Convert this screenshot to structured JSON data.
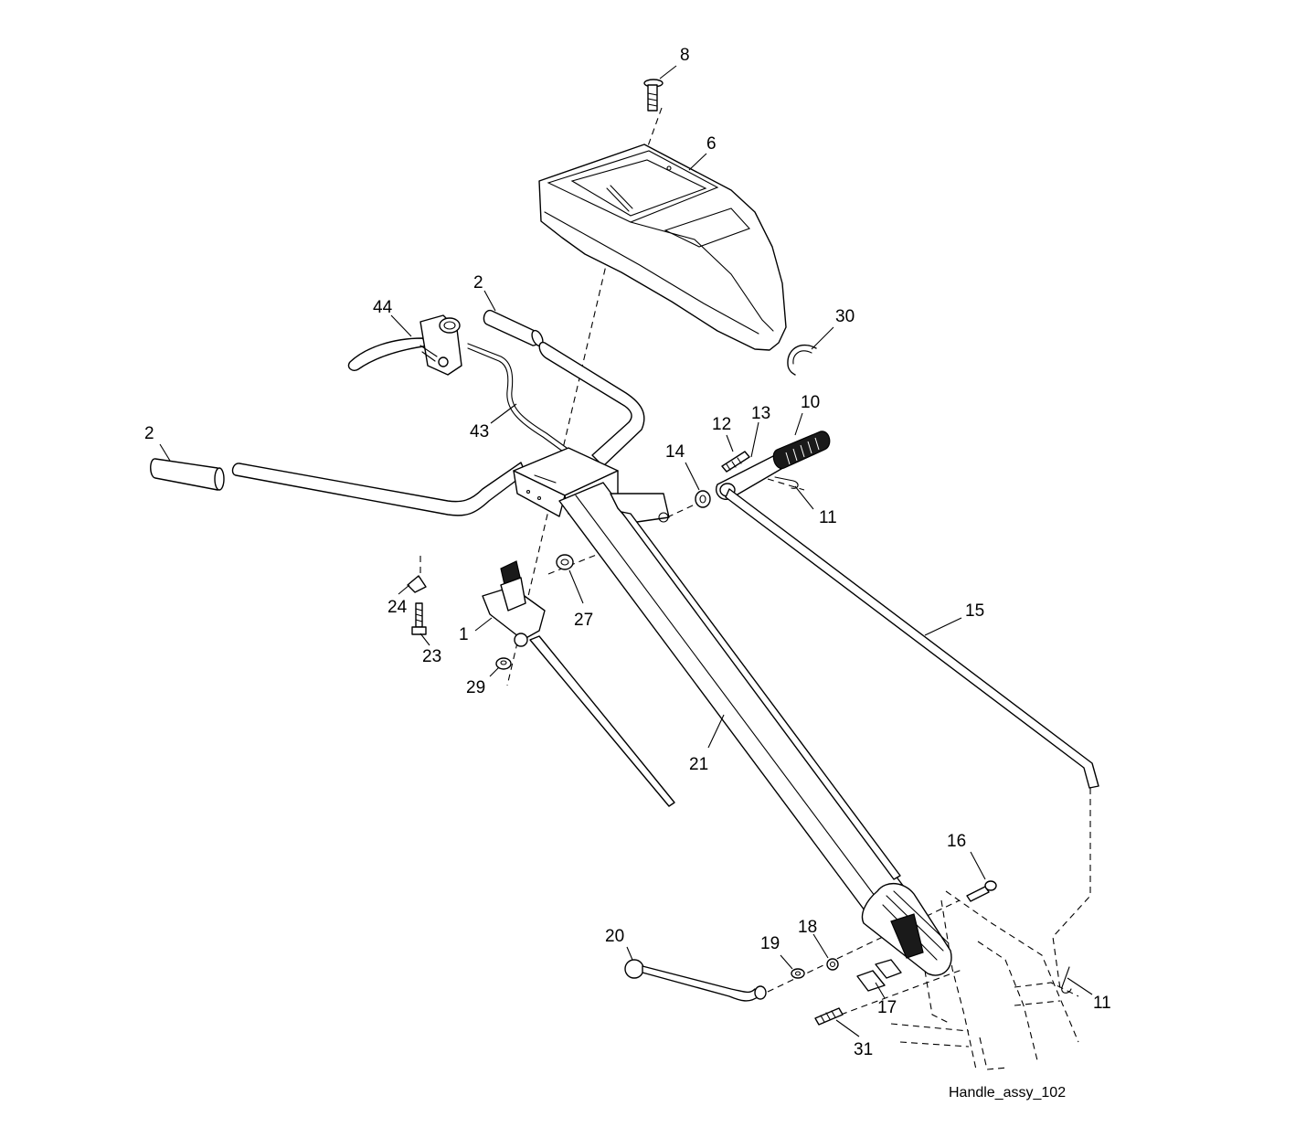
{
  "diagram": {
    "caption": "Handle_assy_102",
    "callouts": [
      {
        "id": "c8",
        "label": "8"
      },
      {
        "id": "c6",
        "label": "6"
      },
      {
        "id": "c2a",
        "label": "2"
      },
      {
        "id": "c44",
        "label": "44"
      },
      {
        "id": "c30",
        "label": "30"
      },
      {
        "id": "c10",
        "label": "10"
      },
      {
        "id": "c12",
        "label": "12"
      },
      {
        "id": "c13",
        "label": "13"
      },
      {
        "id": "c43",
        "label": "43"
      },
      {
        "id": "c2b",
        "label": "2"
      },
      {
        "id": "c14",
        "label": "14"
      },
      {
        "id": "c11a",
        "label": "11"
      },
      {
        "id": "c15",
        "label": "15"
      },
      {
        "id": "c24",
        "label": "24"
      },
      {
        "id": "c27",
        "label": "27"
      },
      {
        "id": "c1",
        "label": "1"
      },
      {
        "id": "c23",
        "label": "23"
      },
      {
        "id": "c29",
        "label": "29"
      },
      {
        "id": "c21",
        "label": "21"
      },
      {
        "id": "c16",
        "label": "16"
      },
      {
        "id": "c20",
        "label": "20"
      },
      {
        "id": "c19",
        "label": "19"
      },
      {
        "id": "c18",
        "label": "18"
      },
      {
        "id": "c11b",
        "label": "11"
      },
      {
        "id": "c17",
        "label": "17"
      },
      {
        "id": "c31",
        "label": "31"
      }
    ]
  }
}
